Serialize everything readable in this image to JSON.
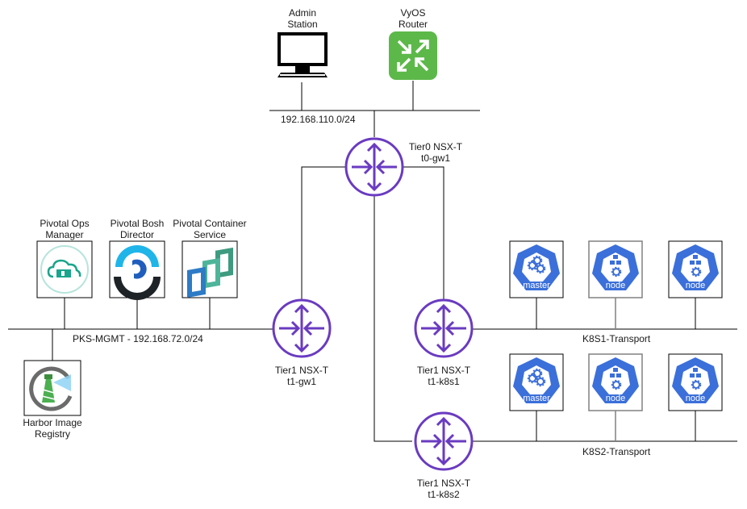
{
  "diagram": {
    "colors": {
      "router": "#6A3BC1",
      "vyos": "#5DB84A",
      "k8s": "#3B6FDA",
      "line": "#000000",
      "gray_line": "#808080"
    },
    "nodes": {
      "admin_station": {
        "label": "Admin\nStation",
        "icon": "monitor-icon"
      },
      "vyos_router": {
        "label": "VyOS\nRouter",
        "icon": "vyos-router-icon"
      },
      "tier0": {
        "label": "Tier0 NSX-T\nt0-gw1",
        "icon": "nsx-router-icon"
      },
      "t1_gw1": {
        "label": "Tier1 NSX-T\nt1-gw1",
        "icon": "nsx-router-icon"
      },
      "t1_k8s1": {
        "label": "Tier1 NSX-T\nt1-k8s1",
        "icon": "nsx-router-icon"
      },
      "t1_k8s2": {
        "label": "Tier1 NSX-T\nt1-k8s2",
        "icon": "nsx-router-icon"
      },
      "ops_manager": {
        "label": "Pivotal Ops\nManager",
        "icon": "ops-manager-icon"
      },
      "bosh_director": {
        "label": "Pivotal Bosh\nDirector",
        "icon": "bosh-director-icon"
      },
      "pks": {
        "label": "Pivotal Container\nService",
        "icon": "pks-icon"
      },
      "harbor": {
        "label": "Harbor Image\nRegistry",
        "icon": "harbor-icon"
      }
    },
    "networks": {
      "mgmt_top": "192.168.110.0/24",
      "pks_mgmt": "PKS-MGMT - 192.168.72.0/24",
      "k8s1": "K8S1-Transport",
      "k8s2": "K8S2-Transport"
    },
    "k8s1_nodes": [
      {
        "label": "master",
        "role": "master"
      },
      {
        "label": "node",
        "role": "node"
      },
      {
        "label": "node",
        "role": "node"
      }
    ],
    "k8s2_nodes": [
      {
        "label": "master",
        "role": "master"
      },
      {
        "label": "node",
        "role": "node"
      },
      {
        "label": "node",
        "role": "node"
      }
    ]
  }
}
